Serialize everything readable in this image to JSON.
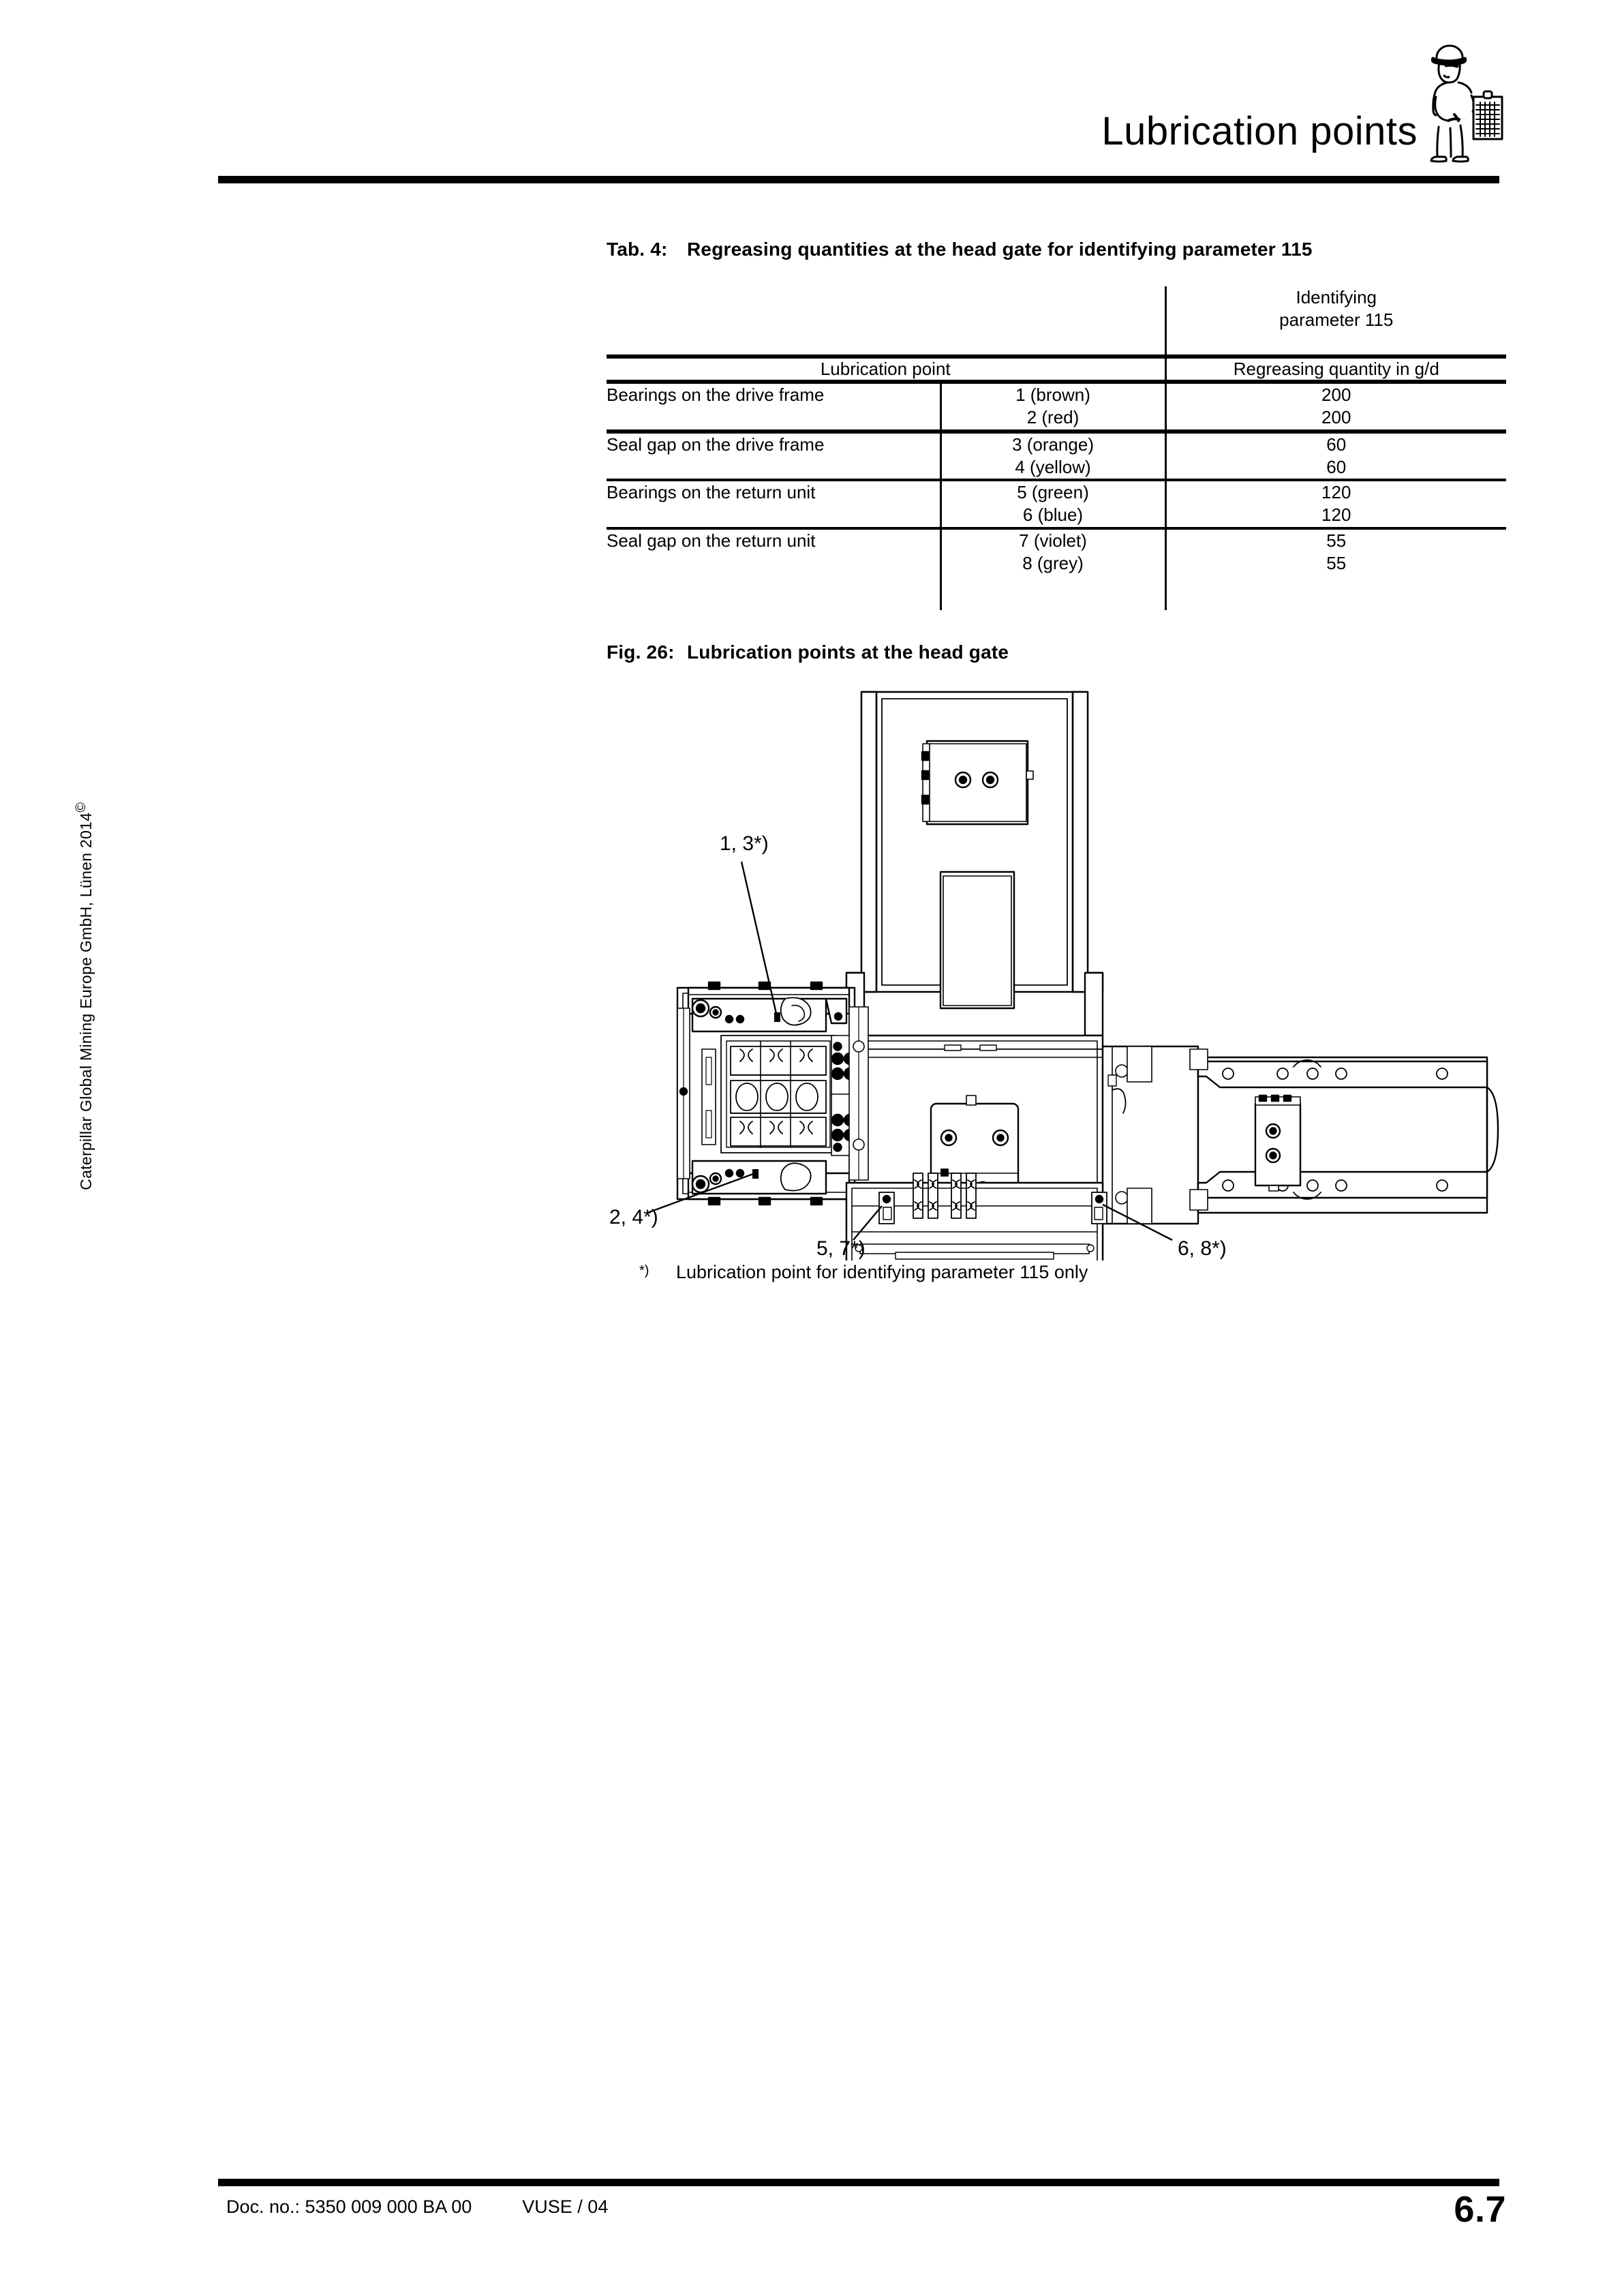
{
  "header": {
    "title": "Lubrication points",
    "icon": "miner-with-clipboard-icon"
  },
  "side_copyright": {
    "text": "Caterpillar Global Mining Europe GmbH, Lünen 2014",
    "mark": "©"
  },
  "table": {
    "caption_label": "Tab. 4:",
    "caption_text": "Regreasing quantities at the head gate for identifying parameter 115",
    "group_header": {
      "line1": "Identifying",
      "line2": "parameter 115"
    },
    "sub_headers": {
      "lubrication_point": "Lubrication point",
      "regreasing_quantity": "Regreasing quantity in g/d"
    },
    "rows": [
      {
        "name": "Bearings on the drive frame",
        "indices": [
          "1 (brown)",
          "2 (red)"
        ],
        "quantities": [
          "200",
          "200"
        ]
      },
      {
        "name": "Seal gap on the drive frame",
        "indices": [
          "3 (orange)",
          "4 (yellow)"
        ],
        "quantities": [
          "60",
          "60"
        ]
      },
      {
        "name": "Bearings on the return unit",
        "indices": [
          "5 (green)",
          "6 (blue)"
        ],
        "quantities": [
          "120",
          "120"
        ]
      },
      {
        "name": "Seal gap on the return unit",
        "indices": [
          "7 (violet)",
          "8 (grey)"
        ],
        "quantities": [
          "55",
          "55"
        ]
      }
    ]
  },
  "figure": {
    "caption_label": "Fig. 26:",
    "caption_text": "Lubrication points at the head gate",
    "callouts": {
      "top_left": "1, 3*)",
      "bottom_left": "2, 4*)",
      "bottom_center": "5, 7*)",
      "bottom_right": "6, 8*)"
    }
  },
  "footnote": {
    "mark": "*)",
    "text": "Lubrication point for identifying parameter 115 only"
  },
  "footer": {
    "doc_no": "Doc. no.: 5350 009 000 BA 00",
    "revision": "VUSE / 04",
    "page_number": "6.7"
  }
}
